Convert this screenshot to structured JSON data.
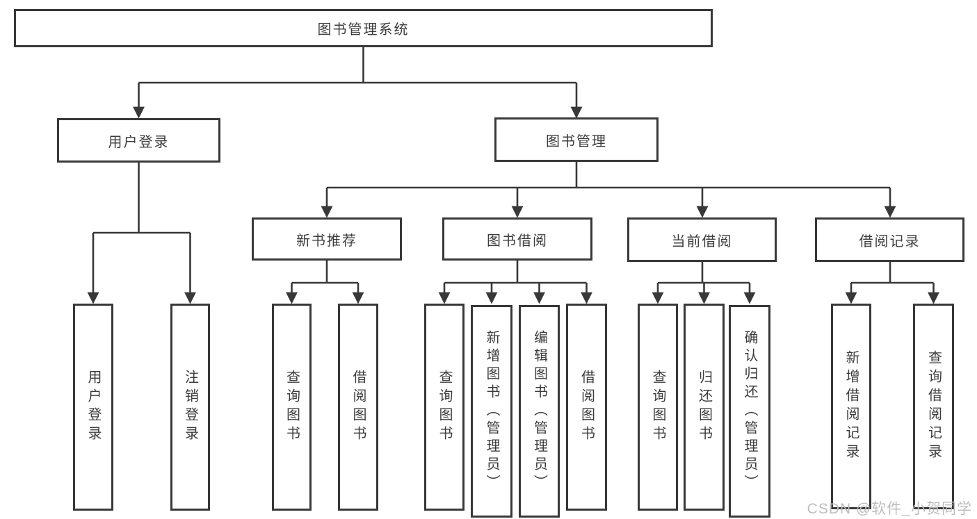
{
  "diagram": {
    "root": {
      "label": "图书管理系统"
    },
    "level2": [
      {
        "label": "用户登录"
      },
      {
        "label": "图书管理"
      }
    ],
    "level3": [
      {
        "label": "新书推荐"
      },
      {
        "label": "图书借阅"
      },
      {
        "label": "当前借阅"
      },
      {
        "label": "借阅记录"
      }
    ],
    "leaves": [
      {
        "label": "用户登录"
      },
      {
        "label": "注销登录"
      },
      {
        "label": "查询图书"
      },
      {
        "label": "借阅图书"
      },
      {
        "label": "查询图书"
      },
      {
        "label": "新增图书（管理员）"
      },
      {
        "label": "编辑图书（管理员）"
      },
      {
        "label": "借阅图书"
      },
      {
        "label": "查询图书"
      },
      {
        "label": "归还图书"
      },
      {
        "label": "确认归还（管理员）"
      },
      {
        "label": "新增借阅记录"
      },
      {
        "label": "查询借阅记录"
      }
    ],
    "colors": {
      "line": "#383838",
      "text": "#3c3c3c",
      "background": "#ffffff",
      "watermark": "#bdbdbd"
    },
    "watermark": "CSDN @软件_小贺同学"
  }
}
